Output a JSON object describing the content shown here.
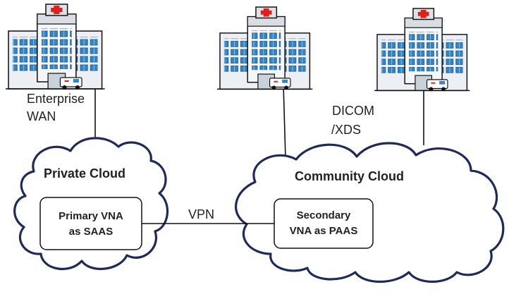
{
  "diagram": {
    "hospitals": [
      {
        "id": "hospital-1",
        "icon": "hospital-building-icon"
      },
      {
        "id": "hospital-2",
        "icon": "hospital-building-icon"
      },
      {
        "id": "hospital-3",
        "icon": "hospital-building-icon"
      }
    ],
    "labels": {
      "enterprise_line1": "Enterprise",
      "enterprise_line2": "WAN",
      "dicom_line1": "DICOM",
      "dicom_line2": "/XDS",
      "vpn": "VPN"
    },
    "private_cloud": {
      "title": "Private Cloud",
      "box_line1": "Primary VNA",
      "box_line2": "as SAAS"
    },
    "community_cloud": {
      "title": "Community Cloud",
      "box_line1": "Secondary",
      "box_line2": "VNA as PAAS"
    },
    "colors": {
      "cloud_outline": "#1f2a5c",
      "building_wall": "#eceff3",
      "building_window": "#2f86c9",
      "cross": "#e0201a",
      "roof_band": "#d9dee4"
    }
  }
}
